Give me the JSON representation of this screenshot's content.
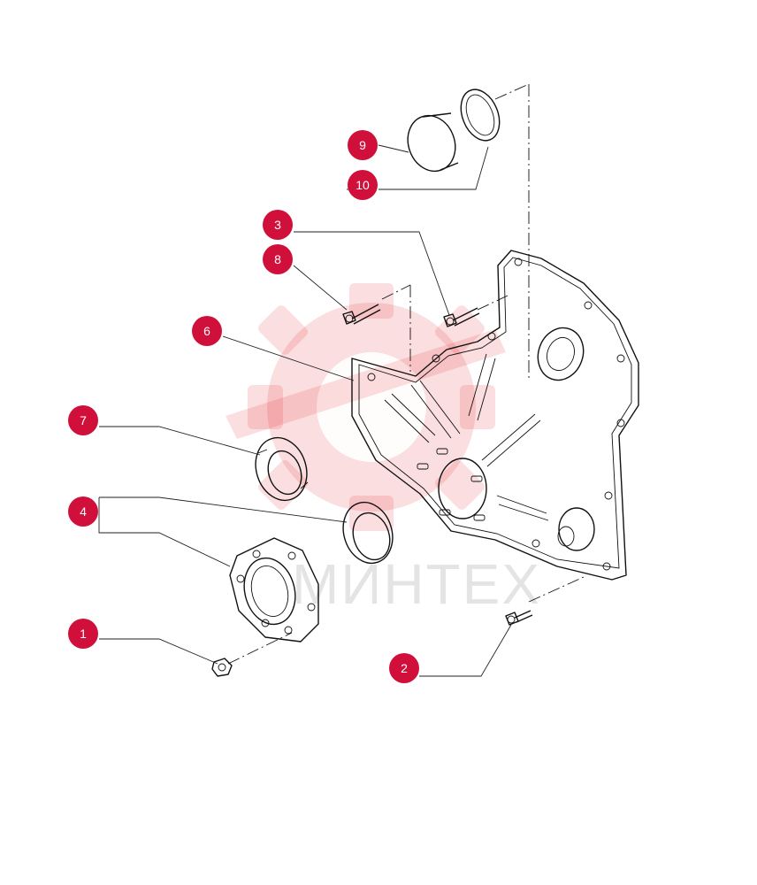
{
  "diagram": {
    "watermark_text": "МИНТЕХ",
    "accent_color": "#d0103a",
    "callouts": [
      "9",
      "10",
      "3",
      "8",
      "6",
      "7",
      "4",
      "1",
      "2"
    ],
    "parts": [
      "nut",
      "bolt",
      "bolt",
      "oil-seal",
      "gasket",
      "oil-seal",
      "bolt",
      "cap",
      "o-ring",
      "timing-cover",
      "seal-housing"
    ]
  }
}
